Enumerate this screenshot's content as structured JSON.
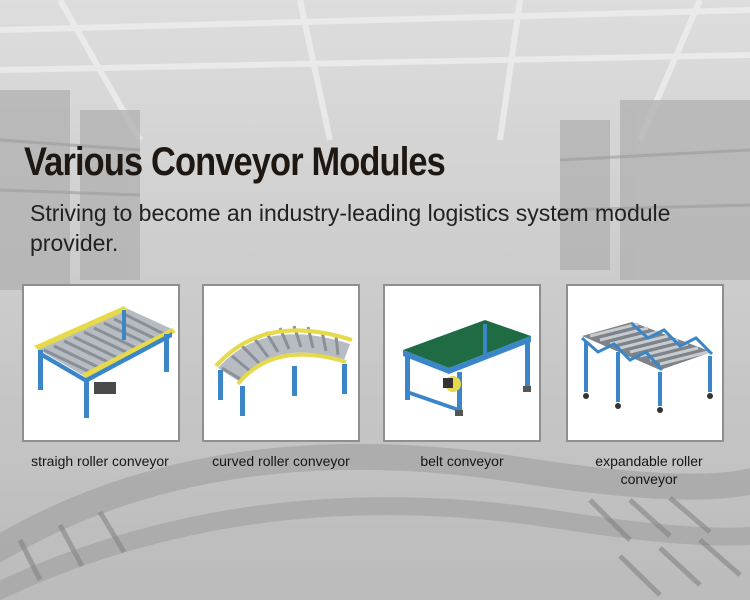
{
  "heading": {
    "title": "Various Conveyor Modules",
    "subtitle": "Striving to become an industry-leading logistics system module provider."
  },
  "products": [
    {
      "label": "straigh roller conveyor",
      "icon": "straight-roller-conveyor-icon"
    },
    {
      "label": "curved roller conveyor",
      "icon": "curved-roller-conveyor-icon"
    },
    {
      "label": "belt conveyor",
      "icon": "belt-conveyor-icon"
    },
    {
      "label": "expandable roller conveyor",
      "icon": "expandable-roller-conveyor-icon"
    }
  ],
  "colors": {
    "frame_blue": "#3a86c8",
    "rail_yellow": "#e6d94a",
    "roller_gray": "#9aa0a6",
    "belt_green": "#1f6b44",
    "title_dark": "#1f1712"
  }
}
